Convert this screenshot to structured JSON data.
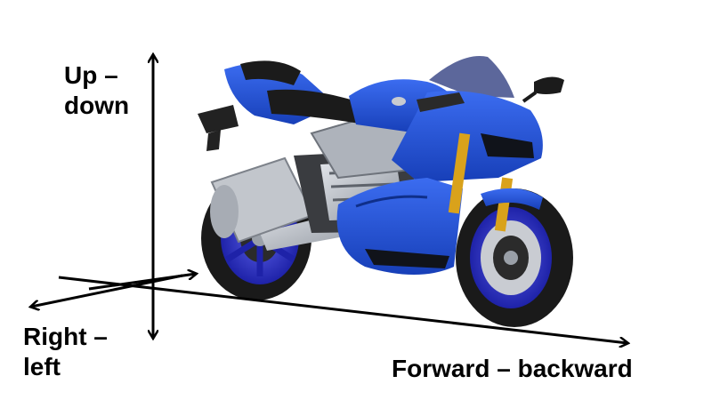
{
  "axes": {
    "up_down": {
      "line1": "Up –",
      "line2": "down"
    },
    "right_left": {
      "line1": "Right –",
      "line2": "left"
    },
    "forward_backward": {
      "label": "Forward – backward"
    }
  },
  "colors": {
    "body_blue": "#1f4fd6",
    "body_blue_dark": "#0f2f8a",
    "rim_blue": "#2a2fc8",
    "fork_gold": "#d9a21b",
    "metal": "#b8bcc4",
    "tire": "#1a1a1a",
    "axis": "#000000"
  },
  "icons": {
    "motorcycle": "sport-motorcycle-illustration"
  }
}
